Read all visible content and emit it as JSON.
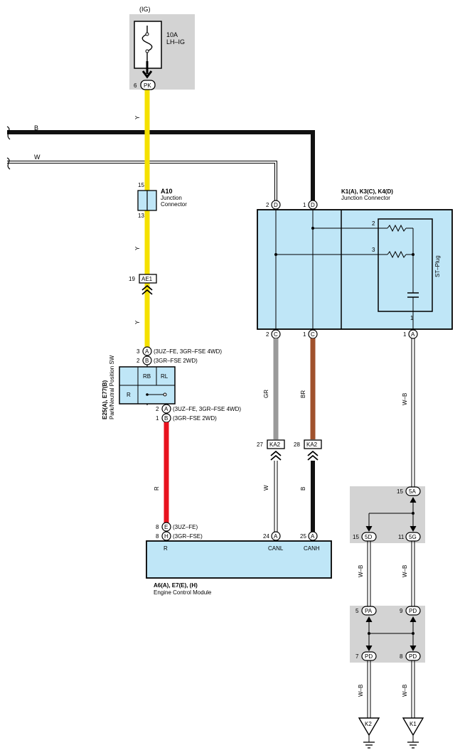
{
  "fuse": {
    "group": "(IG)",
    "rating": "10A",
    "name": "LH–IG"
  },
  "wires": {
    "b_main": "B",
    "w_main": "W",
    "y1": "Y",
    "y2": "Y",
    "y3": "Y",
    "r": "R",
    "gr": "GR",
    "br": "BR",
    "w_low": "W",
    "b_low": "B",
    "wb1": "W–B",
    "wb2": "W–B",
    "wb3": "W–B",
    "wb4": "W–B",
    "wb5": "W–B"
  },
  "pins": {
    "pk_num": "6",
    "pk_code": "PK",
    "a10_top": "15",
    "a10_bot": "13",
    "ae1_num": "19",
    "ae1_code": "AE1",
    "d2_num": "2",
    "d2_code": "D",
    "d1_num": "1",
    "d1_code": "D",
    "c2_num": "2",
    "c2_code": "C",
    "c1_num": "1",
    "c1_code": "C",
    "a1_num": "1",
    "a1_code": "A",
    "sw3_num": "3",
    "sw3_codeA": "A",
    "sw3_descA": "(3UZ–FE, 3GR–FSE 4WD)",
    "sw2_num": "2",
    "sw2_codeB": "B",
    "sw2_descB": "(3GR–FSE 2WD)",
    "sw2b_num": "2",
    "sw2b_codeA": "A",
    "sw2b_descA": "(3UZ–FE, 3GR–FSE 4WD)",
    "sw1_num": "1",
    "sw1_codeB": "B",
    "sw1_descB": "(3GR–FSE 2WD)",
    "ka27_num": "27",
    "ka27_code": "KA2",
    "ka28_num": "28",
    "ka28_code": "KA2",
    "e8_num": "8",
    "e8_code": "E",
    "e8_desc": "(3UZ–FE)",
    "h8_num": "8",
    "h8_code": "H",
    "h8_desc": "(3GR–FSE)",
    "a24_num": "24",
    "a24_code": "A",
    "a25_num": "25",
    "a25_code": "A",
    "s5a_num": "15",
    "s5a_code": "5A",
    "s5d_num": "15",
    "s5d_code": "5D",
    "s5g_num": "11",
    "s5g_code": "5G",
    "pa_num": "5",
    "pa_code": "PA",
    "pd9_num": "9",
    "pd9_code": "PD",
    "pd7_num": "7",
    "pd7_code": "PD",
    "pd8_num": "8",
    "pd8_code": "PD",
    "st2": "2",
    "st3": "3",
    "st1": "1"
  },
  "components": {
    "a10_title": "A10",
    "a10_sub1": "Junction",
    "a10_sub2": "Connector",
    "jc_title": "K1(A), K3(C), K4(D)",
    "jc_sub": "Junction Connector",
    "stplug": "ST–Plug",
    "sw_title": "E25(A), E77(B)",
    "sw_sub": "Park/Neutral Position SW",
    "sw_rb": "RB",
    "sw_rl": "RL",
    "sw_r": "R",
    "ecm_title": "A6(A), E7(E), (H)",
    "ecm_sub": "Engine Control Module",
    "ecm_r": "R",
    "ecm_canl": "CANL",
    "ecm_canh": "CANH",
    "gnd_k2": "K2",
    "gnd_k1": "K1"
  },
  "colors": {
    "yellow": "#f5e100",
    "black": "#111111",
    "red": "#e8121e",
    "gray": "#9a9a9a",
    "brown": "#a0522d",
    "box_fill": "#bfe6f7",
    "shade": "#d3d3d3"
  }
}
